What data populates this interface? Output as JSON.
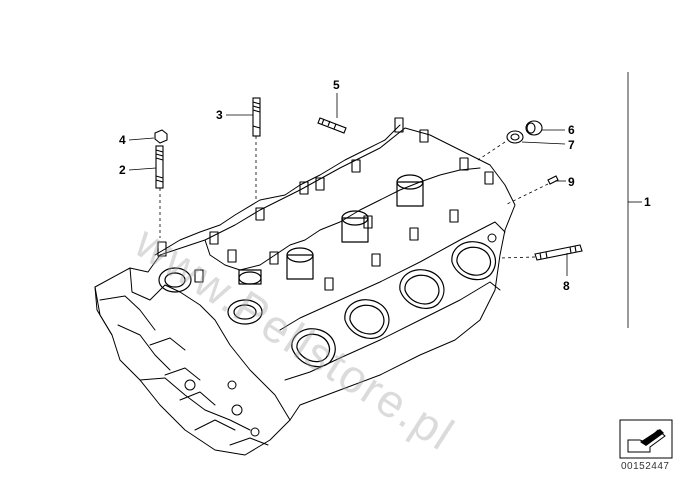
{
  "diagram": {
    "callouts": [
      {
        "id": "1",
        "label": "1"
      },
      {
        "id": "2",
        "label": "2"
      },
      {
        "id": "3",
        "label": "3"
      },
      {
        "id": "4",
        "label": "4"
      },
      {
        "id": "5",
        "label": "5"
      },
      {
        "id": "6",
        "label": "6"
      },
      {
        "id": "7",
        "label": "7"
      },
      {
        "id": "8",
        "label": "8"
      },
      {
        "id": "9",
        "label": "9"
      }
    ],
    "watermark": "www.Pellstore.pl",
    "image_id": "00152447",
    "icon": "arrow-symbol-icon"
  }
}
